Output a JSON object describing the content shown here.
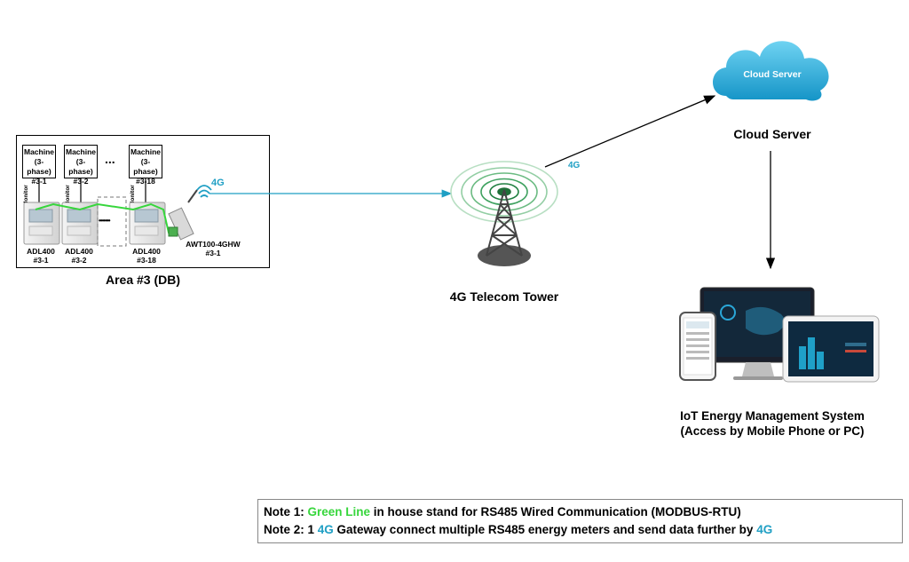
{
  "area": {
    "title": "Area #3 (DB)",
    "machines": [
      {
        "line1": "Machine",
        "line2": "(3-phase)",
        "line3": "#3-1"
      },
      {
        "line1": "Machine",
        "line2": "(3-phase)",
        "line3": "#3-2"
      },
      {
        "line1": "Machine",
        "line2": "(3-phase)",
        "line3": "#3-18"
      }
    ],
    "ellipsis": "...",
    "dots": "•••••••",
    "monitor_label": "Monitor",
    "meters": [
      {
        "model": "ADL400",
        "id": "#3-1"
      },
      {
        "model": "ADL400",
        "id": "#3-2"
      },
      {
        "model": "ADL400",
        "id": "#3-18"
      }
    ],
    "gateway": {
      "model": "AWT100-4GHW",
      "id": "#3-1"
    },
    "wireless_label": "4G"
  },
  "tower": {
    "label": "4G Telecom Tower",
    "uplink_label": "4G"
  },
  "cloud": {
    "inner_label": "Cloud Server",
    "label": "Cloud Server"
  },
  "iot": {
    "line1": "IoT Energy Management System",
    "line2": "(Access by Mobile Phone or PC)"
  },
  "notes": {
    "note1": {
      "prefix": "Note 1: ",
      "highlight": "Green Line",
      "suffix": " in house stand for RS485 Wired Communication (MODBUS-RTU)"
    },
    "note2": {
      "prefix": "Note 2: 1 ",
      "highlight": "4G",
      "middle": " Gateway connect multiple RS485 energy meters and send data further by ",
      "highlight2": "4G"
    }
  },
  "colors": {
    "rs485_line": "#37d63c",
    "fourg": "#1f9fc4",
    "cloud": "#29b6e0"
  }
}
